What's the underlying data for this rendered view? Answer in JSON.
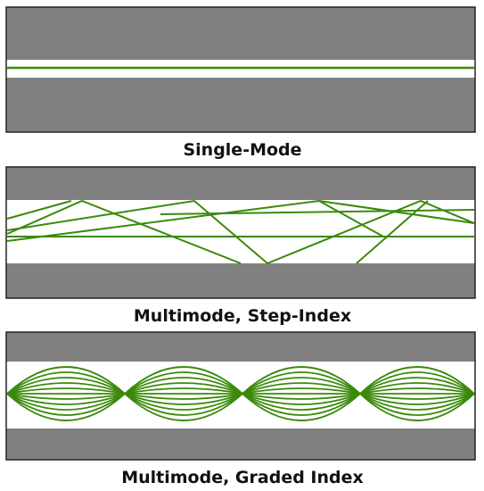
{
  "panels": [
    {
      "id": "single-mode",
      "caption": "Single-Mode",
      "mode": "single"
    },
    {
      "id": "step-index",
      "caption": "Multimode, Step-Index",
      "mode": "step"
    },
    {
      "id": "graded-index",
      "caption": "Multimode, Graded Index",
      "mode": "graded"
    }
  ],
  "colors": {
    "cladding": "#808080",
    "core": "#ffffff",
    "ray": "#3a8a0a",
    "border": "#222222",
    "caption": "#111111"
  }
}
